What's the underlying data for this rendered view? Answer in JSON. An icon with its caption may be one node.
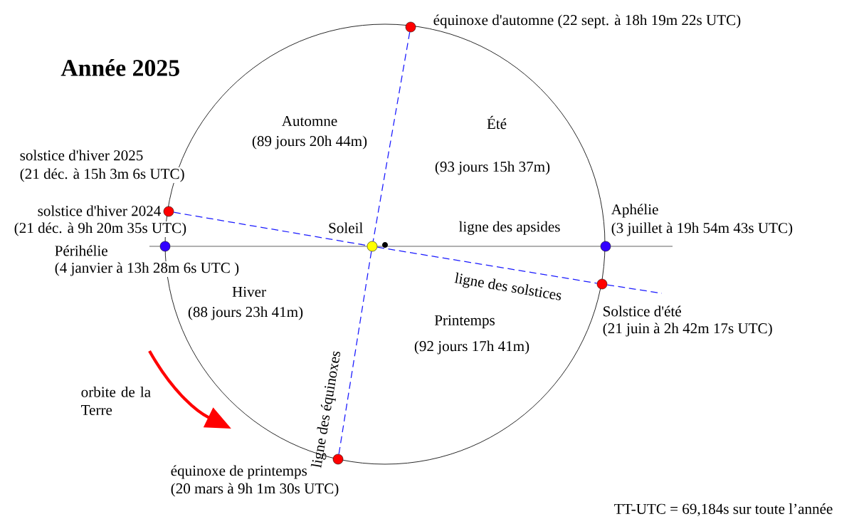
{
  "diagram": {
    "title": "Année 2025",
    "nodes": [
      {
        "text": [
          "équinoxe d'automne (22 sept. à 18h 19m 22s UTC)"
        ]
      },
      {
        "text": [
          "solstice d'hiver 2025",
          "(21 déc. à 15h 3m 6s UTC)",
          "solstice d'hiver 2024",
          "(21 déc. à 9h 20m 35s UTC)"
        ]
      },
      {
        "text": [
          "Périhélie",
          "(4 janvier à 13h 28m 6s UTC )"
        ]
      },
      {
        "text": [
          "Soleil"
        ]
      },
      {
        "text": [
          "Aphélie",
          "(3 juillet à 19h 54m 43s UTC)"
        ]
      },
      {
        "text": [
          "Solstice d'été",
          "(21 juin à 2h 42m 17s UTC)"
        ]
      },
      {
        "text": [
          "équinoxe de printemps",
          "(20 mars à 9h 1m 30s UTC)"
        ]
      }
    ],
    "edges": [
      {
        "from": 0,
        "to": 3,
        "arrow": "none",
        "style": "dashed"
      },
      {
        "from": 3,
        "to": 6,
        "arrow": "none",
        "style": "dashed",
        "label": "ligne des équinoxes"
      },
      {
        "from": 1,
        "to": 3,
        "arrow": "none",
        "style": "dashed"
      },
      {
        "from": 3,
        "to": 5,
        "arrow": "none",
        "style": "dashed",
        "label": "ligne des solstices"
      },
      {
        "from": 2,
        "to": 3,
        "arrow": "none",
        "color": "#444444"
      },
      {
        "from": 3,
        "to": 4,
        "arrow": "none",
        "color": "#444444",
        "label": "ligne des apsides"
      }
    ],
    "labels": [
      "Automne",
      "(89 jours 20h 44m)",
      "Été",
      "(93 jours 15h 37m)",
      "Hiver",
      "(88 jours 23h 41m)",
      "Printemps",
      "(92 jours 17h 41m)",
      "orbite de la Terre",
      "TT-UTC = 69,184s sur toute l’année"
    ]
  }
}
